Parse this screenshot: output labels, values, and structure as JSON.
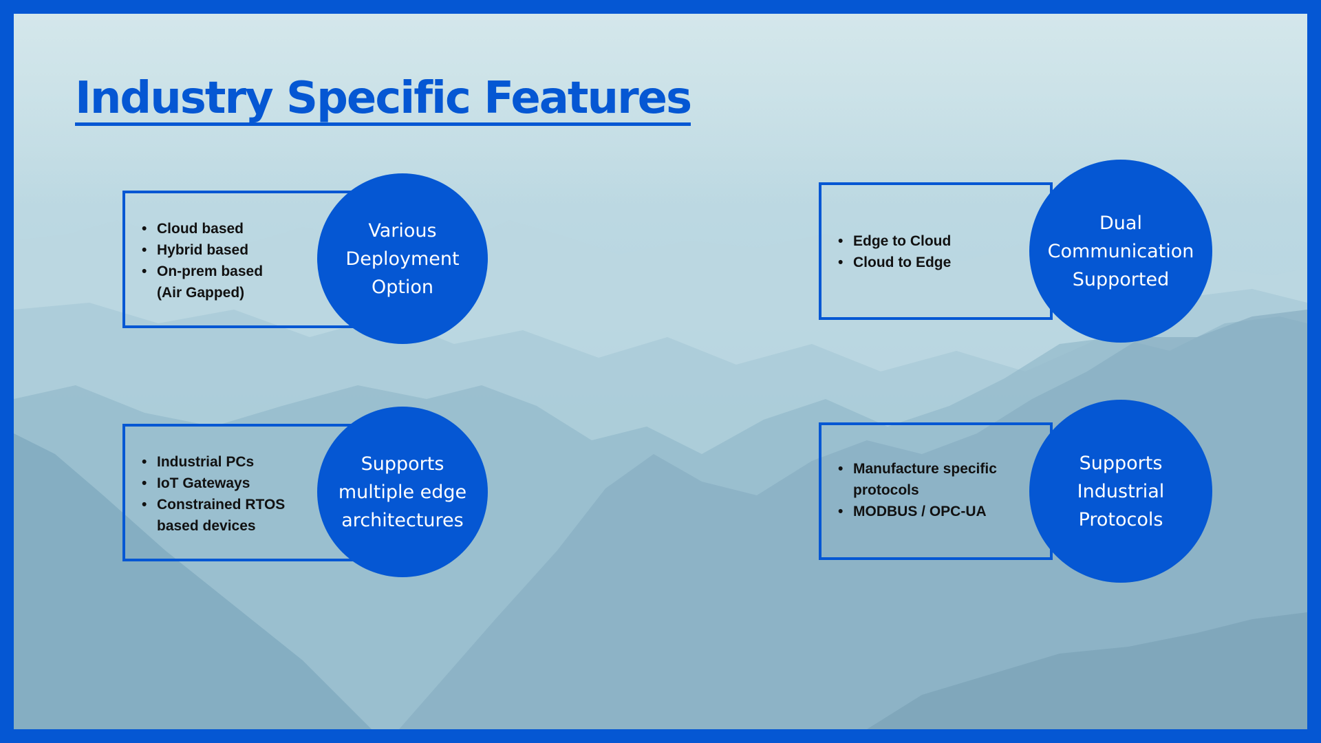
{
  "title": "Industry Specific Features",
  "colors": {
    "accent": "#0557d3",
    "frame": "#0557d3",
    "background": "#b9d6e1",
    "bullet_text": "#111111",
    "circle_text": "#ffffff"
  },
  "features": [
    {
      "circle_label": "Various Deployment Option",
      "bullets": [
        "Cloud based",
        "Hybrid based",
        "On-prem based (Air Gapped)"
      ]
    },
    {
      "circle_label": "Dual Communication Supported",
      "bullets": [
        "Edge to Cloud",
        "Cloud to Edge"
      ]
    },
    {
      "circle_label": "Supports multiple edge architectures",
      "bullets": [
        "Industrial PCs",
        "IoT Gateways",
        "Constrained RTOS based devices"
      ]
    },
    {
      "circle_label": "Supports Industrial Protocols",
      "bullets": [
        "Manufacture specific protocols",
        "MODBUS / OPC-UA"
      ]
    }
  ]
}
